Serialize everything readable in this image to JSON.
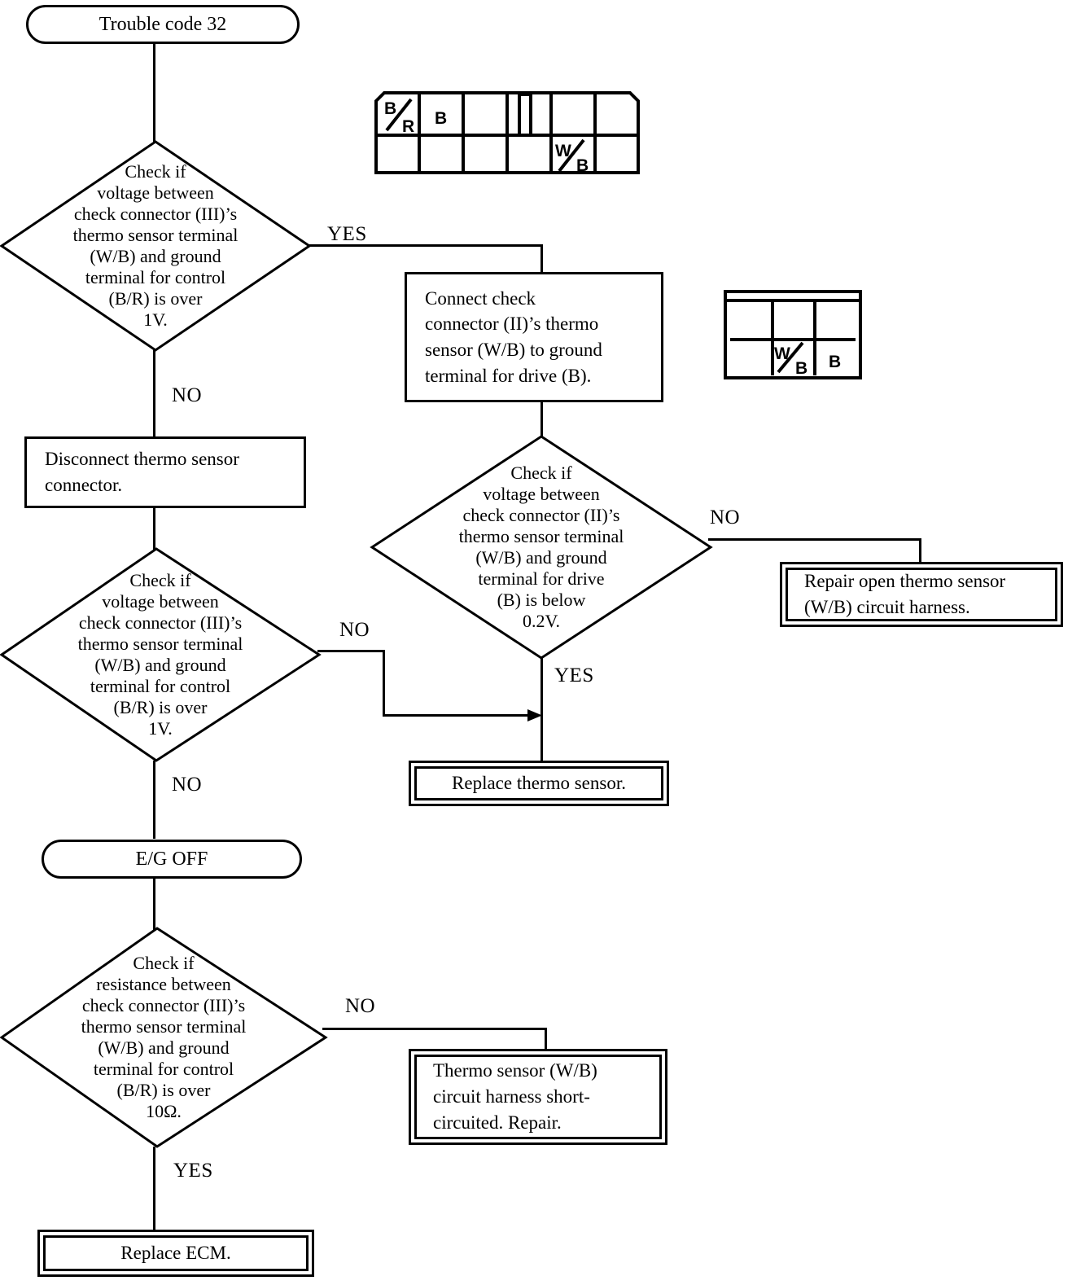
{
  "diagram": {
    "type": "flowchart",
    "title": "Trouble code 32",
    "nodes": {
      "start": {
        "kind": "terminator",
        "label": "Trouble code 32"
      },
      "d1": {
        "kind": "decision",
        "lines": [
          "Check if",
          "voltage between",
          "check connector (III)’s",
          "thermo sensor terminal",
          "(W/B) and ground",
          "terminal for control",
          "(B/R) is over",
          "1V."
        ]
      },
      "p1": {
        "kind": "process",
        "lines": [
          "Connect check",
          "connector (II)’s thermo",
          "sensor (W/B) to ground",
          "terminal for drive (B)."
        ]
      },
      "d2": {
        "kind": "decision",
        "lines": [
          "Check if",
          "voltage between",
          "check connector (II)’s",
          "thermo sensor terminal",
          "(W/B) and ground",
          "terminal for drive",
          "(B) is below",
          "0.2V."
        ]
      },
      "r1": {
        "kind": "result",
        "lines": [
          "Repair open thermo sensor",
          "(W/B) circuit harness."
        ]
      },
      "p2": {
        "kind": "process",
        "lines": [
          "Disconnect thermo sensor",
          "connector."
        ]
      },
      "d3": {
        "kind": "decision",
        "lines": [
          "Check if",
          "voltage between",
          "check connector (III)’s",
          "thermo sensor terminal",
          "(W/B) and ground",
          "terminal for control",
          "(B/R) is over",
          "1V."
        ]
      },
      "r2": {
        "kind": "result",
        "lines": [
          "Replace thermo sensor."
        ]
      },
      "egoff": {
        "kind": "terminator",
        "label": "E/G OFF"
      },
      "d4": {
        "kind": "decision",
        "lines": [
          "Check if",
          "resistance between",
          "check connector (III)’s",
          "thermo sensor terminal",
          "(W/B) and ground",
          "terminal for control",
          "(B/R) is over",
          "10Ω."
        ]
      },
      "r3": {
        "kind": "result",
        "lines": [
          "Thermo sensor (W/B)",
          "circuit harness short-",
          "circuited.  Repair."
        ]
      },
      "r4": {
        "kind": "result",
        "lines": [
          "Replace ECM."
        ]
      }
    },
    "edge_labels": {
      "d1_yes": "YES",
      "d1_no": "NO",
      "d2_no": "NO",
      "d2_yes": "YES",
      "d3_no": "NO",
      "d3_no_down": "NO",
      "d4_no": "NO",
      "d4_yes": "YES"
    },
    "connectors": [
      {
        "name": "check-connector-3",
        "rows": 2,
        "cols": 6,
        "labels": [
          {
            "row": 0,
            "col": 0,
            "text_top": "B",
            "text_bottom": "R",
            "slash": true
          },
          {
            "row": 0,
            "col": 1,
            "text": "B"
          },
          {
            "row": 1,
            "col": 4,
            "text_top": "W",
            "text_bottom": "B",
            "slash": true
          }
        ]
      },
      {
        "name": "check-connector-2",
        "rows": 2,
        "cols": 3,
        "labels": [
          {
            "row": 1,
            "col": 1,
            "text_top": "W",
            "text_bottom": "B",
            "slash": true
          },
          {
            "row": 1,
            "col": 2,
            "text": "B"
          }
        ]
      }
    ],
    "colors": {
      "stroke": "#000000",
      "background": "#ffffff"
    }
  }
}
